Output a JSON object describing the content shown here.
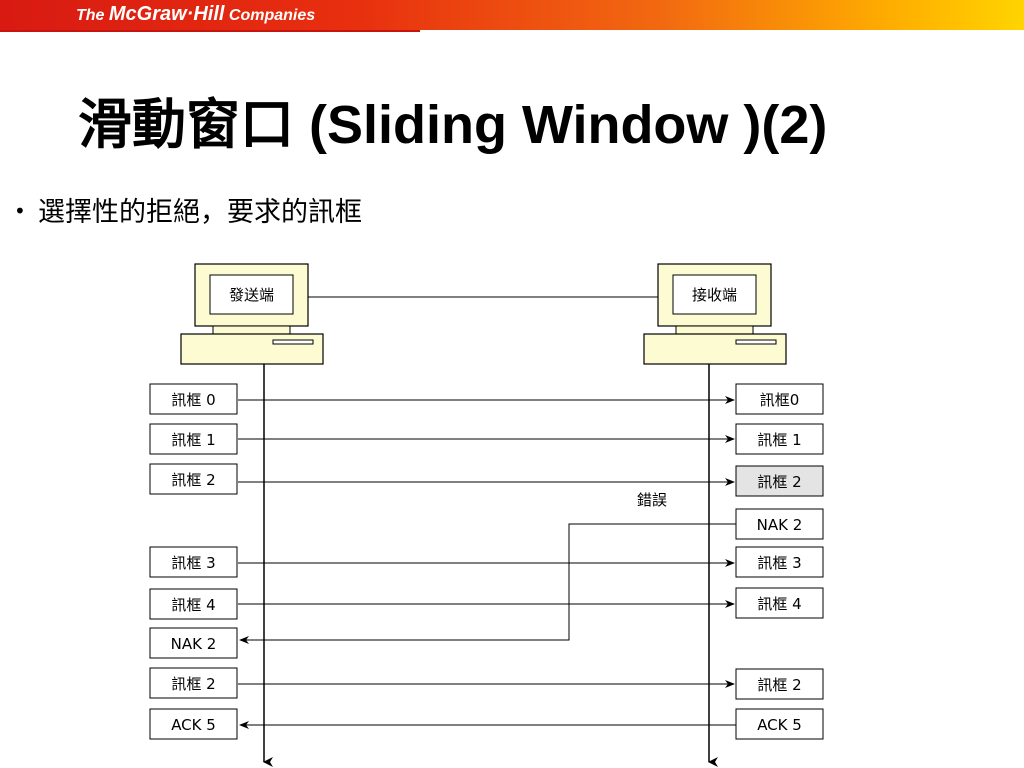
{
  "header": {
    "brand_the": "The ",
    "brand_name": "McGraw·Hill",
    "brand_companies": " Companies",
    "colors": {
      "banner_start": "#d81a12",
      "banner_end": "#ffd400"
    }
  },
  "slide": {
    "title": "滑動窗口 (Sliding Window )(2)",
    "bullet_symbol": "•",
    "bullet": "選擇性的拒絕，要求的訊框"
  },
  "diagram": {
    "sender_label": "發送端",
    "receiver_label": "接收端",
    "error_label": "錯誤",
    "left_boxes": [
      "訊框 0",
      "訊框 1",
      "訊框 2",
      "訊框 3",
      "訊框 4",
      "NAK 2",
      "訊框 2",
      "ACK 5"
    ],
    "right_boxes": [
      "訊框0",
      "訊框 1",
      "訊框 2",
      "NAK 2",
      "訊框 3",
      "訊框 4",
      "訊框 2",
      "ACK 5"
    ],
    "highlight_color": "#e4e4e4",
    "monitor_color": "#fdfbd2"
  }
}
